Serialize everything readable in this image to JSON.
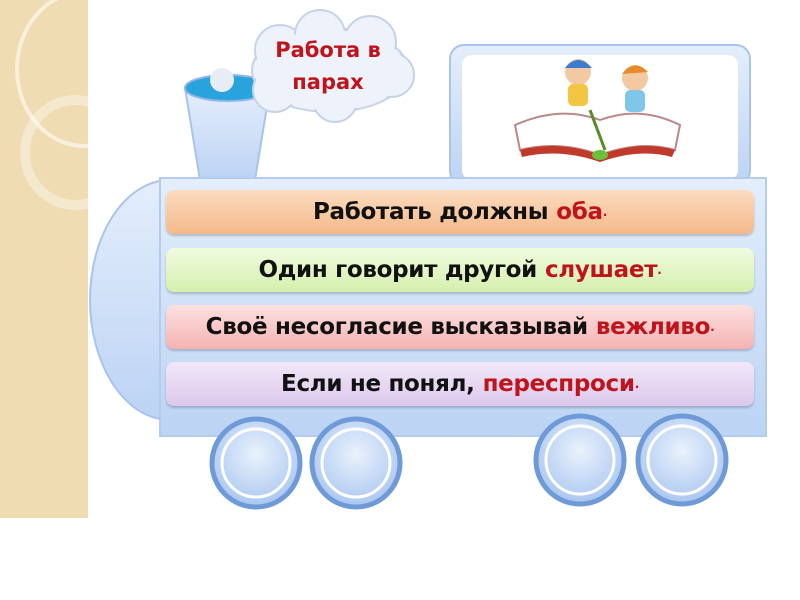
{
  "cloud": {
    "line1": "Работа в",
    "line2": "парах"
  },
  "rules": [
    {
      "text": "Работать должны",
      "highlight": "оба",
      "end": ".",
      "color": "#f7c9a1"
    },
    {
      "text": "Один говорит другой",
      "highlight": "слушает",
      "end": ".",
      "color": "#e4f5c6"
    },
    {
      "text": "Своё несогласие высказывай",
      "highlight": "вежливо",
      "end": ".",
      "color": "#f9c9c9"
    },
    {
      "text": "Если не понял,",
      "highlight": "переспроси",
      "end": ".",
      "color": "#e6d6f0"
    }
  ],
  "colors": {
    "highlight": "#c0141c",
    "train": "#c6dbf6",
    "border": "#8fb4e8"
  }
}
